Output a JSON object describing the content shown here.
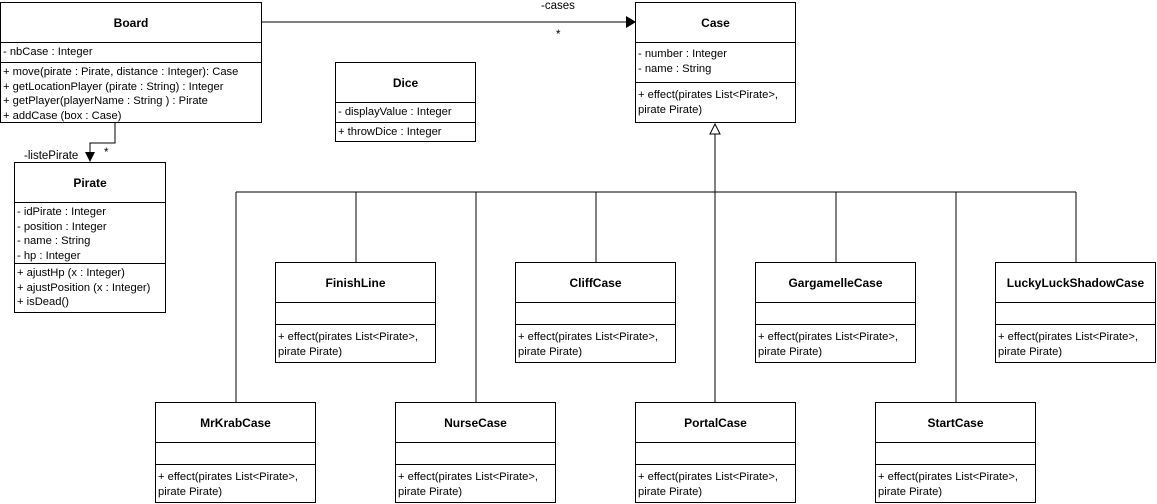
{
  "classes": {
    "board": {
      "name": "Board",
      "attributes": [
        "- nbCase : Integer"
      ],
      "methods": [
        "+ move(pirate : Pirate, distance : Integer): Case",
        "+ getLocationPlayer (pirate : String) : Integer",
        "+ getPlayer(playerName : String ) : Pirate",
        "+ addCase (box : Case)"
      ]
    },
    "dice": {
      "name": "Dice",
      "attributes": [
        "- displayValue : Integer"
      ],
      "methods": [
        "+ throwDice : Integer"
      ]
    },
    "case": {
      "name": "Case",
      "attributes": [
        "- number : Integer",
        "- name : String"
      ],
      "methods": [
        "+ effect(pirates List<Pirate>,",
        "pirate Pirate)"
      ]
    },
    "pirate": {
      "name": "Pirate",
      "attributes": [
        "- idPirate : Integer",
        "- position : Integer",
        "- name : String",
        "- hp : Integer"
      ],
      "methods": [
        "+ ajustHp (x : Integer)",
        "+ ajustPosition (x : Integer)",
        "+ isDead()"
      ]
    },
    "finishline": {
      "name": "FinishLine",
      "methods": [
        "+ effect(pirates List<Pirate>,",
        "pirate Pirate)"
      ]
    },
    "cliffcase": {
      "name": "CliffCase",
      "methods": [
        "+ effect(pirates List<Pirate>,",
        "pirate Pirate)"
      ]
    },
    "gargamellecase": {
      "name": "GargamelleCase",
      "methods": [
        "+ effect(pirates List<Pirate>,",
        "pirate Pirate)"
      ]
    },
    "luckyluckshadowcase": {
      "name": "LuckyLuckShadowCase",
      "methods": [
        "+ effect(pirates List<Pirate>,",
        "pirate Pirate)"
      ]
    },
    "mrkrabcase": {
      "name": "MrKrabCase",
      "methods": [
        "+ effect(pirates List<Pirate>,",
        "pirate Pirate)"
      ]
    },
    "nursecase": {
      "name": "NurseCase",
      "methods": [
        "+ effect(pirates List<Pirate>,",
        "pirate Pirate)"
      ]
    },
    "portalcase": {
      "name": "PortalCase",
      "methods": [
        "+ effect(pirates List<Pirate>,",
        "pirate Pirate)"
      ]
    },
    "startcase": {
      "name": "StartCase",
      "methods": [
        "+ effect(pirates List<Pirate>,",
        "pirate Pirate)"
      ]
    }
  },
  "associations": {
    "cases": {
      "role": "-cases",
      "multiplicity": "*"
    },
    "pirates": {
      "role": "-listePirate",
      "multiplicity": "*"
    }
  }
}
